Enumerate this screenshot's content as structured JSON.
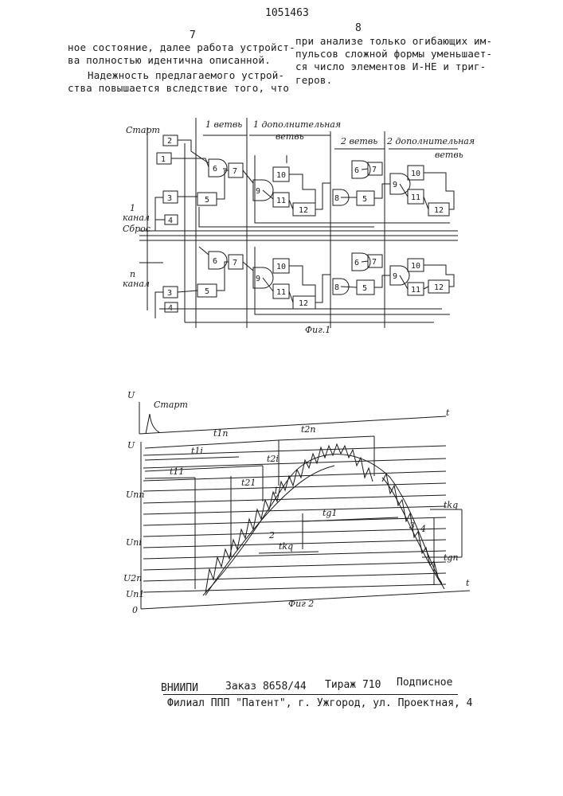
{
  "header": {
    "left_page": "7",
    "patent_number": "1051463",
    "right_page": "8"
  },
  "text": {
    "left": [
      "ное состояние, далее работа устройст-",
      "ва полностью идентична описанной.",
      "Надежность предлагаемого устрой-",
      "ства повышается вследствие того, что"
    ],
    "right": [
      "при анализе только огибающих им-",
      "пульсов сложной формы уменьшает-",
      "ся число элементов И-НЕ и триг-",
      "геров."
    ]
  },
  "fig1": {
    "labels": {
      "start": "Старт",
      "branch1": "1 ветвь",
      "add1_line1": "1 дополнительная",
      "add1_line2": "ветвь",
      "branch2": "2 ветвь",
      "add2_line1": "2 дополнительная",
      "add2_line2": "ветвь",
      "ch1_a": "1",
      "ch1_b": "канал",
      "reset": "Сброс",
      "chn_a": "n",
      "chn_b": "канал",
      "caption": "Фиг.1"
    },
    "blocks": [
      "1",
      "2",
      "3",
      "4",
      "5",
      "6",
      "7",
      "8",
      "9",
      "10",
      "11",
      "12"
    ]
  },
  "fig2": {
    "labels": {
      "u_top": "U",
      "start": "Старт",
      "t_top": "t",
      "u_mid": "U",
      "t1n": "t1n",
      "t2n": "t2n",
      "t1i": "t1i",
      "t2i": "t2i",
      "t11": "t11",
      "t21": "t21",
      "tg1": "tg1",
      "tkq_top": "tkq",
      "tkq_bot": "tkq",
      "tgn": "tgn",
      "u_nn": "Unn",
      "u_ni": "Uni",
      "u_2n": "U2n",
      "u_n1": "Un1",
      "zero": "0",
      "t_bottom": "t",
      "mark_1": "1",
      "mark_2": "2",
      "mark_3": "3",
      "mark_4": "4",
      "caption": "Фиг 2"
    }
  },
  "footer": {
    "org": "ВНИИПИ",
    "order": "Заказ 8658/44",
    "circulation": "Тираж 710",
    "subscription": "Подписное",
    "branch": "Филиал ППП \"Патент\", г. Ужгород, ул. Проектная, 4"
  }
}
